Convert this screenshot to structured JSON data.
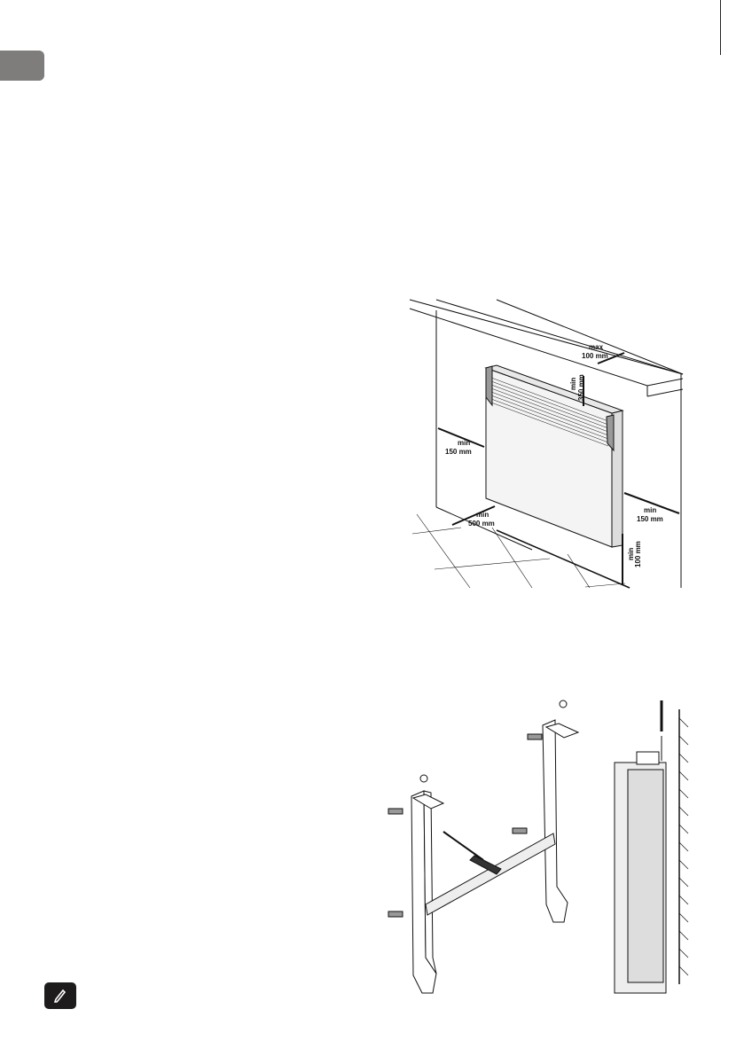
{
  "page": {
    "section_tab_color": "#7f7d7c"
  },
  "figure_clearance": {
    "labels": {
      "top_max": [
        "max",
        "100 mm"
      ],
      "top_min": [
        "min",
        "350 mm"
      ],
      "left_min": [
        "min",
        "150 mm"
      ],
      "right_min": [
        "min",
        "150 mm"
      ],
      "front_min": [
        "min",
        "500 mm"
      ],
      "floor_min": [
        "min",
        "100 mm"
      ]
    }
  },
  "figure_mounting": {},
  "note": {
    "icon": "pencil-icon"
  }
}
